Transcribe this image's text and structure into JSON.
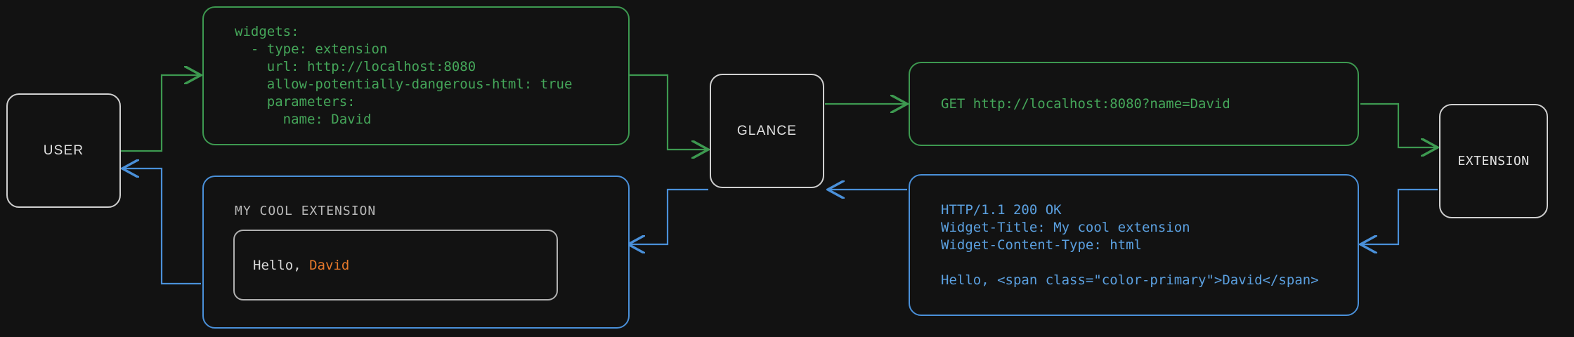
{
  "diagram": {
    "title": "Glance extension request/response flow",
    "background": "#121212",
    "colors": {
      "request": "#3d9950",
      "response": "#4a90d9",
      "node_border": "#d0d0d0",
      "accent": "#e8792b"
    }
  },
  "nodes": {
    "user": {
      "label": "USER"
    },
    "glance": {
      "label": "GLANCE"
    },
    "extension": {
      "label": "EXTENSION"
    }
  },
  "config_box": {
    "kind": "request",
    "lines": [
      "widgets:",
      "  - type: extension",
      "    url: http://localhost:8080",
      "    allow-potentially-dangerous-html: true",
      "    parameters:",
      "      name: David"
    ]
  },
  "request_box": {
    "kind": "request",
    "lines": [
      "GET http://localhost:8080?name=David"
    ]
  },
  "response_box": {
    "kind": "response",
    "lines": [
      "HTTP/1.1 200 OK",
      "Widget-Title: My cool extension",
      "Widget-Content-Type: html",
      "",
      "Hello, <span class=\"color-primary\">David</span>"
    ]
  },
  "widget_preview": {
    "kind": "response",
    "title": "MY COOL EXTENSION",
    "body_prefix": "Hello, ",
    "body_accent": "David"
  }
}
